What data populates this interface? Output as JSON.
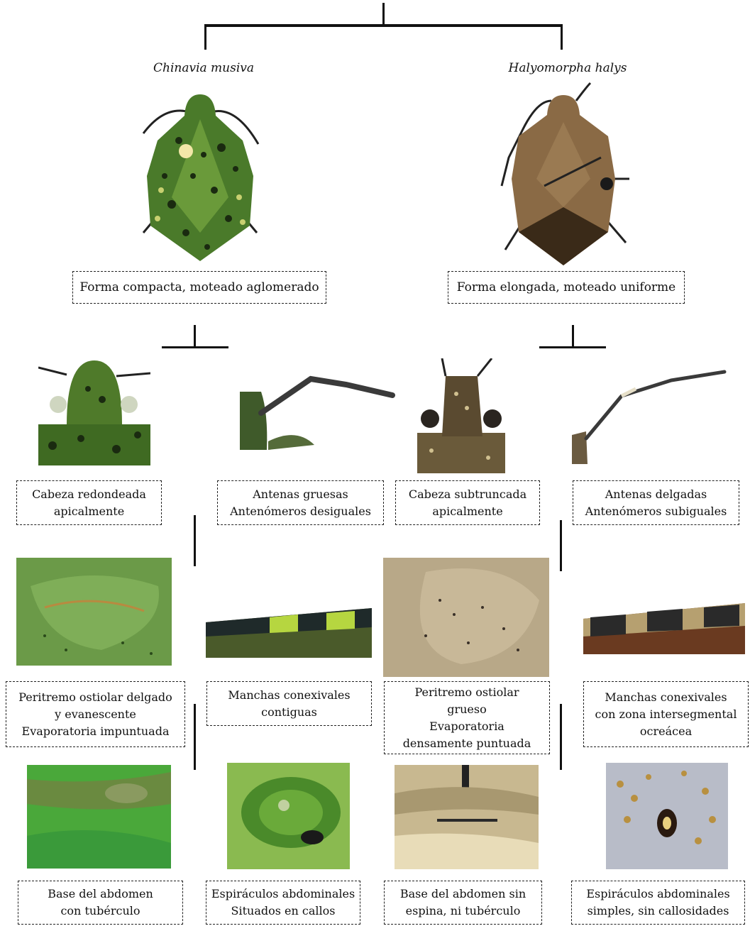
{
  "species": {
    "left": "Chinavia musiva",
    "right": "Halyomorpha halys"
  },
  "level1": {
    "left": [
      "Forma compacta, moteado aglomerado"
    ],
    "right": [
      "Forma elongada, moteado uniforme"
    ]
  },
  "level2": {
    "a": [
      "Cabeza redondeada",
      "apicalmente"
    ],
    "b": [
      "Antenas gruesas",
      "Antenómeros desiguales"
    ],
    "c": [
      "Cabeza subtruncada",
      "apicalmente"
    ],
    "d": [
      "Antenas delgadas",
      "Antenómeros subiguales"
    ]
  },
  "level3": {
    "a": [
      "Peritremo ostiolar delgado",
      "y evanescente",
      "Evaporatoria impuntuada"
    ],
    "b": [
      "Manchas conexivales",
      "contiguas"
    ],
    "c": [
      "Peritremo ostiolar",
      "grueso",
      "Evaporatoria",
      "densamente puntuada"
    ],
    "d": [
      "Manchas conexivales",
      "con zona intersegmental",
      "ocreácea"
    ]
  },
  "level4": {
    "a": [
      "Base del abdomen",
      "con tubérculo"
    ],
    "b": [
      "Espiráculos abdominales",
      "Situados en callos"
    ],
    "c": [
      "Base del abdomen sin",
      "espina, ni tubérculo"
    ],
    "d": [
      "Espiráculos abdominales",
      "simples, sin callosidades"
    ]
  },
  "colors": {
    "line": "#111111",
    "green_bug": "#4a7a2a",
    "brown_bug": "#7a5a35",
    "box_border": "#222222"
  }
}
